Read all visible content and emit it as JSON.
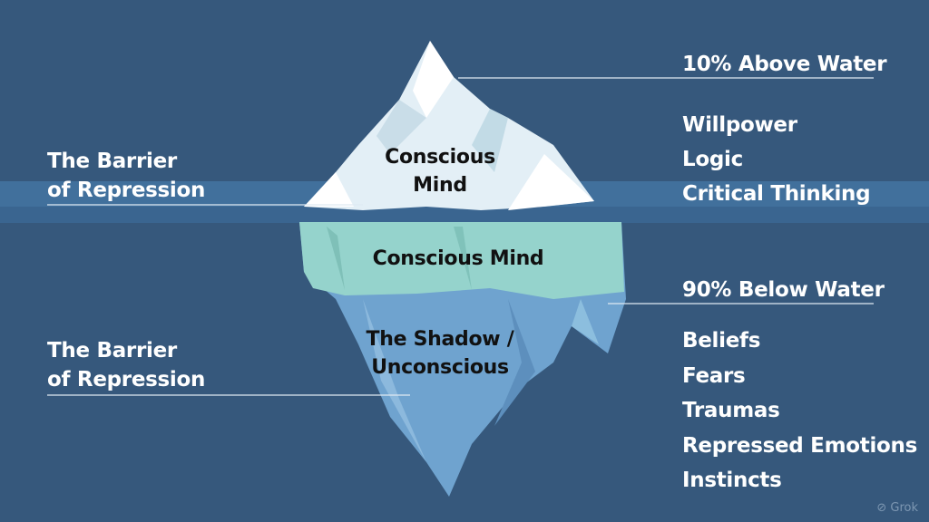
{
  "left_labels": [
    {
      "line1": "The Barrier",
      "line2": "of Repression"
    },
    {
      "line1": "The Barrier",
      "line2": "of Repression"
    }
  ],
  "iceberg_labels": {
    "tip_line1": "Conscious",
    "tip_line2": "Mind",
    "middle": "Conscious Mind",
    "bottom_line1": "The Shadow /",
    "bottom_line2": "Unconscious"
  },
  "right_top": {
    "heading": "10% Above Water",
    "items": [
      "Willpower",
      "Logic",
      "Critical Thinking"
    ]
  },
  "right_bottom": {
    "heading": "90% Below Water",
    "items": [
      "Beliefs",
      "Fears",
      "Traumas",
      "Repressed Emotions",
      "Instincts"
    ]
  },
  "watermark": "Grok",
  "colors": {
    "background": "#36587c",
    "water": "#3f6a95",
    "ice_top": "#e8f3f8",
    "ice_middle": "#95d3cc",
    "ice_bottom": "#6fa3cf"
  }
}
